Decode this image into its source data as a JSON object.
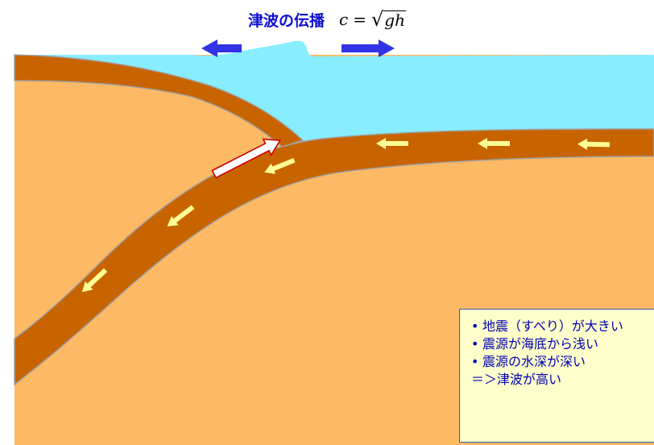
{
  "title": {
    "text": "津波の伝播",
    "formula": {
      "lhs": "c",
      "eq": "=",
      "radical": "√",
      "radicand": "gh"
    }
  },
  "notes": {
    "items": [
      "地震（すべり）が大きい",
      "震源が海底から浅い",
      "震源の水深が深い"
    ],
    "conclusion": "＝＞津波が高い"
  },
  "colors": {
    "ocean": "#88eeff",
    "mantle": "#fdb964",
    "plate": "#c86400",
    "plate_edge": "#a0a0a0",
    "flow_arrow": "#ffff96",
    "slip_arrow": "#ffffff",
    "slip_arrow_outline": "#c80000",
    "propagation_arrow": "#3232e6",
    "note_background": "#ffffcc",
    "note_text": "#0000b4"
  },
  "icons": {
    "propagation": "double-arrow",
    "plate_motion": "yellow-arrows",
    "fault_slip": "white-arrow"
  }
}
